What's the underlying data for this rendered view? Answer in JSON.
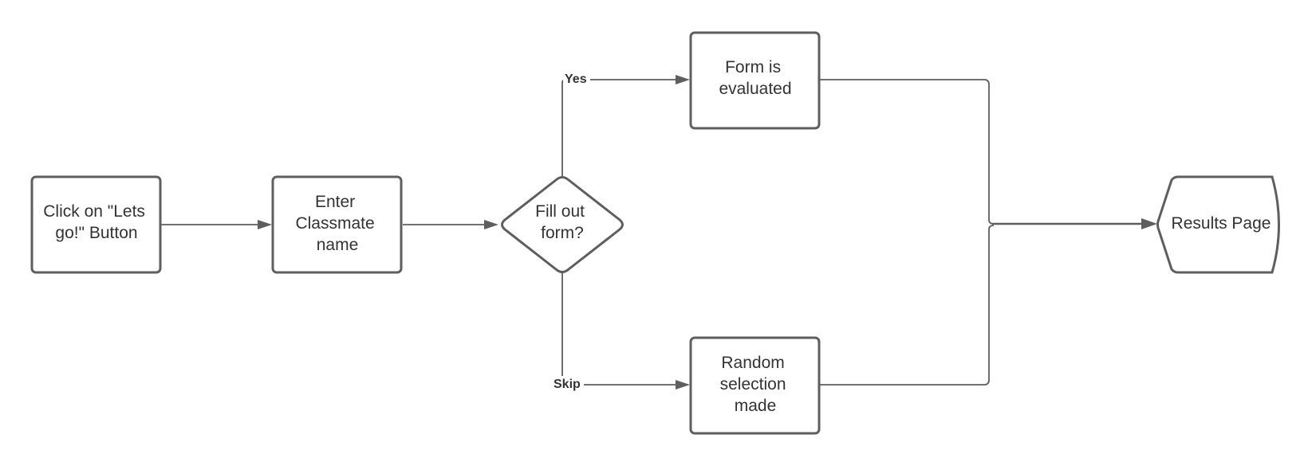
{
  "diagram": {
    "nodes": {
      "click_button": {
        "lines": [
          "Click on \"Lets",
          "go!\" Button"
        ]
      },
      "enter_name": {
        "lines": [
          "Enter",
          "Classmate",
          "name"
        ]
      },
      "fill_out_form": {
        "lines": [
          "Fill out",
          "form?"
        ]
      },
      "form_evaluated": {
        "lines": [
          "Form is",
          "evaluated"
        ]
      },
      "random_selection": {
        "lines": [
          "Random",
          "selection",
          "made"
        ]
      },
      "results_page": {
        "lines": [
          "Results Page"
        ]
      }
    },
    "edges": {
      "yes_label": "Yes",
      "skip_label": "Skip"
    }
  },
  "colors": {
    "stroke": "#5e5e5e",
    "text": "#333333",
    "background": "#ffffff"
  }
}
